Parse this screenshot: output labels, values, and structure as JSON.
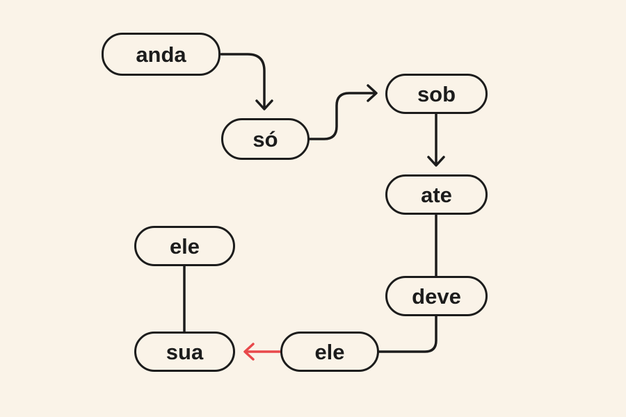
{
  "diagram": {
    "nodes": {
      "anda": {
        "label": "anda"
      },
      "so": {
        "label": "só"
      },
      "sob": {
        "label": "sob"
      },
      "ate": {
        "label": "ate"
      },
      "deve": {
        "label": "deve"
      },
      "ele_1": {
        "label": "ele"
      },
      "sua": {
        "label": "sua"
      },
      "ele_2": {
        "label": "ele"
      }
    },
    "edges": [
      {
        "from": "anda",
        "to": "so",
        "arrow": true,
        "color": "#1c1c1c"
      },
      {
        "from": "so",
        "to": "sob",
        "arrow": true,
        "color": "#1c1c1c"
      },
      {
        "from": "sob",
        "to": "ate",
        "arrow": true,
        "color": "#1c1c1c"
      },
      {
        "from": "ate",
        "to": "deve",
        "arrow": false,
        "color": "#1c1c1c"
      },
      {
        "from": "deve",
        "to": "ele_1",
        "arrow": false,
        "color": "#1c1c1c"
      },
      {
        "from": "ele_1",
        "to": "sua",
        "arrow": true,
        "color": "#e8484a"
      },
      {
        "from": "ele_2",
        "to": "sua",
        "arrow": false,
        "color": "#1c1c1c"
      }
    ],
    "colors": {
      "background": "#faf3e8",
      "stroke": "#1c1c1c",
      "highlight": "#e8484a"
    }
  }
}
